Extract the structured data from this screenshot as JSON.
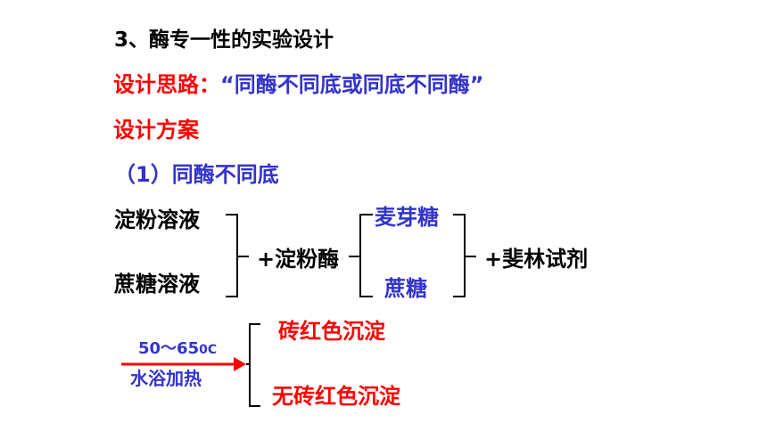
{
  "heading": "3、酶专一性的实验设计",
  "idea": {
    "label": "设计思路：",
    "content": "“同酶不同底或同底不同酶”"
  },
  "plan_label": "设计方案",
  "case1_title": "（1）同酶不同底",
  "diagram": {
    "solution_1": "淀粉溶液",
    "solution_2": "蔗糖溶液",
    "enzyme": "+淀粉酶",
    "product_1": "麦芽糖",
    "product_2": "蔗糖",
    "reagent": "+斐林试剂",
    "condition_temp": "50～65",
    "condition_temp_unit": "0C",
    "condition_method": "水浴加热",
    "result_1": "砖红色沉淀",
    "result_2": "无砖红色沉淀"
  },
  "colors": {
    "text": "#000000",
    "highlight_red": "#ff0000",
    "highlight_blue": "#3333cc"
  }
}
